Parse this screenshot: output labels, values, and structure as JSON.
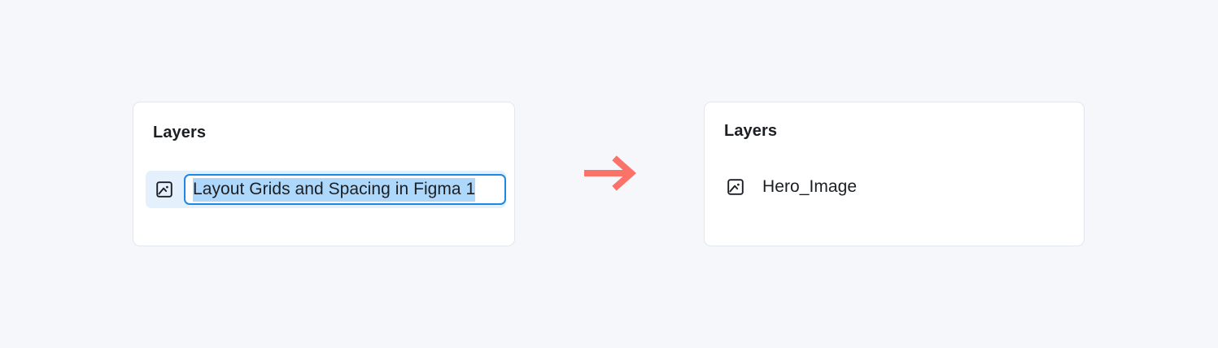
{
  "theme": {
    "page_background": "#F6F7FB",
    "card_background": "#FFFFFF",
    "card_border": "#E2E6EE",
    "text_primary": "#1B1F24",
    "input_focus_border": "#1E88E5",
    "text_selection_highlight": "#AED8FB",
    "selected_row_background": "#E4F0FC",
    "arrow_color": "#FB7268"
  },
  "before_panel": {
    "title": "Layers",
    "row": {
      "icon": "image-icon",
      "state": "renaming",
      "input": {
        "value": "Layout Grids and Spacing in Figma 1",
        "placeholder": "Layer name",
        "selected": true
      }
    }
  },
  "flow": {
    "arrow_icon": "arrow-right-icon"
  },
  "after_panel": {
    "title": "Layers",
    "row": {
      "icon": "image-icon",
      "state": "renamed",
      "name": "Hero_Image"
    }
  }
}
